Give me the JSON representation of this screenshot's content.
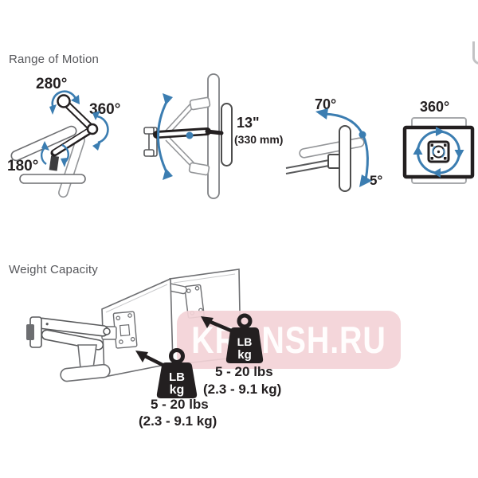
{
  "colors": {
    "accent_blue": "#3b7db1",
    "ink": "#231f20",
    "heading_gray": "#55565a",
    "line_gray": "#6d6e71",
    "ghost_gray": "#939598",
    "watermark_pink": "#f3d3d7"
  },
  "range_of_motion": {
    "title": "Range of Motion",
    "arm_diagram": {
      "top_joint_rotation": "280°",
      "elbow_rotation": "360°",
      "base_rotation": "180°"
    },
    "lift_diagram": {
      "lift_inches": "13\"",
      "lift_mm": "(330 mm)"
    },
    "tilt_diagram": {
      "tilt_back": "70°",
      "tilt_forward": "5°"
    },
    "rotation_diagram": {
      "rotation": "360°"
    }
  },
  "weight_capacity": {
    "title": "Weight Capacity",
    "front_monitor": {
      "weight_unit_lb": "LB",
      "weight_unit_kg": "kg",
      "range_lbs": "5 - 20 lbs",
      "range_kg": "(2.3 - 9.1 kg)"
    },
    "rear_monitor": {
      "weight_unit_lb": "LB",
      "weight_unit_kg": "kg",
      "range_lbs": "5 - 20 lbs",
      "range_kg": "(2.3 - 9.1 kg)"
    }
  },
  "watermark": {
    "text": "KRANSH.RU"
  }
}
